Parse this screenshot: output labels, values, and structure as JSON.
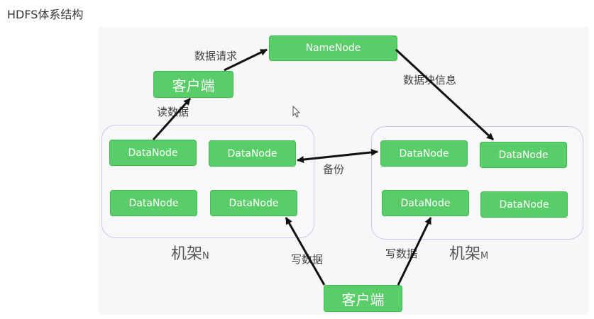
{
  "page": {
    "title": "HDFS体系结构"
  },
  "diagram": {
    "namenode": "NameNode",
    "client_top": "客户端",
    "client_bottom": "客户端",
    "datanode_label": "DataNode",
    "rack_n": {
      "name": "机架",
      "suffix": "N"
    },
    "rack_m": {
      "name": "机架",
      "suffix": "M"
    },
    "edges": {
      "data_request": "数据请求",
      "block_info": "数据块信息",
      "read_data": "读数据",
      "backup": "备份",
      "write_data_left": "写数据",
      "write_data_right": "写数据"
    }
  },
  "colors": {
    "node_fill": "#59cd68",
    "rack_border": "#c9c9e4",
    "arrow": "#111111"
  }
}
